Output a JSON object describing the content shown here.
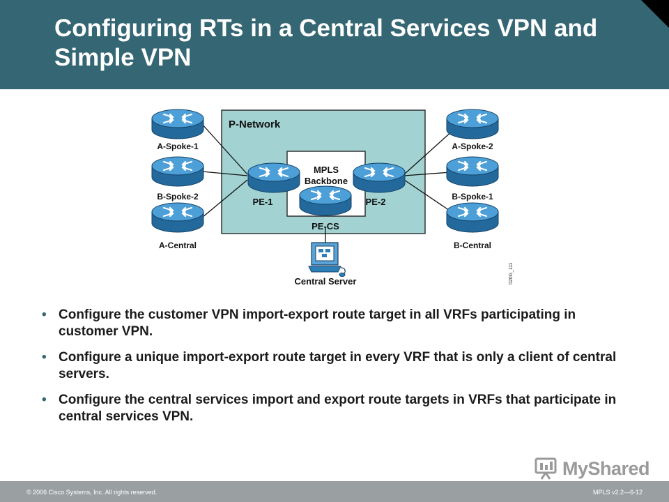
{
  "slide": {
    "title": "Configuring RTs in a Central Services VPN and Simple VPN"
  },
  "diagram": {
    "cloud_label": "P-Network",
    "backbone_label_1": "MPLS",
    "backbone_label_2": "Backbone",
    "nodes": {
      "a_spoke_1": "A-Spoke-1",
      "b_spoke_2": "B-Spoke-2",
      "a_central": "A-Central",
      "a_spoke_2": "A-Spoke-2",
      "b_spoke_1": "B-Spoke-1",
      "b_central": "B-Central",
      "pe1": "PE-1",
      "pe2": "PE-2",
      "pecs": "PE-CS",
      "central_server": "Central Server"
    },
    "figure_id": "020G_111",
    "colors": {
      "cloud_fill": "#a2d2d2",
      "router_fill": "#2d7fb8",
      "router_top": "#4d9fd8"
    }
  },
  "bullets": [
    "Configure the customer VPN import-export route target in all VRFs participating in customer VPN.",
    "Configure a unique import-export route target in every VRF that is only a client of central servers.",
    "Configure the central services import and export route targets in VRFs that participate in central services VPN."
  ],
  "bullet_marker": "•",
  "logo": {
    "text": "MyShared"
  },
  "footer": {
    "copyright": "© 2006 Cisco Systems, Inc. All rights reserved.",
    "course": "MPLS v2.2—6-12"
  },
  "colors": {
    "header": "#346673",
    "footer": "#9aa0a1"
  }
}
